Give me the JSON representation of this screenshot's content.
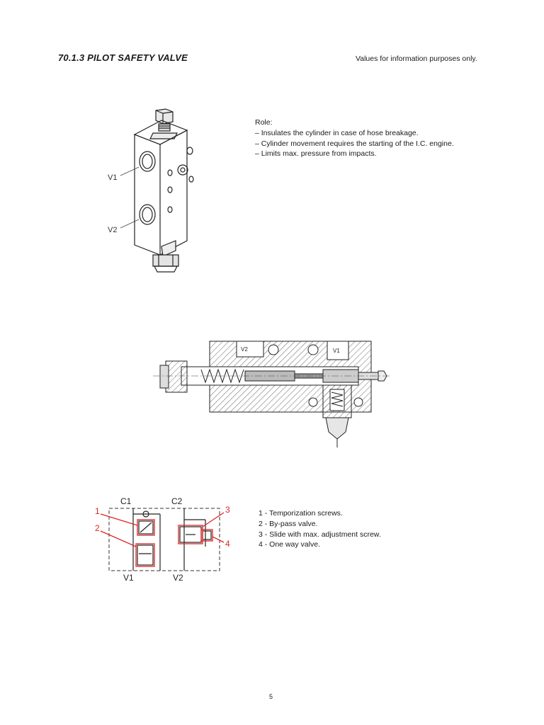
{
  "header": {
    "section_title": "70.1.3  PILOT SAFETY VALVE",
    "disclaimer": "Values for information purposes only."
  },
  "figure_iso": {
    "port_labels": [
      "V1",
      "V2"
    ]
  },
  "role": {
    "heading": "Role:",
    "items": [
      "– Insulates the cylinder in case of hose breakage.",
      "– Cylinder movement requires the starting of the I.C. engine.",
      "– Limits max. pressure from impacts."
    ]
  },
  "figure_section": {
    "port_labels": [
      "V2",
      "V1"
    ]
  },
  "schematic": {
    "top_labels": [
      "C1",
      "C2"
    ],
    "bottom_labels": [
      "V1",
      "V2"
    ],
    "callouts": [
      "1",
      "2",
      "3",
      "4"
    ],
    "callout_color": "#e02424"
  },
  "legend": {
    "items": [
      "1 - Temporization screws.",
      "2 - By-pass valve.",
      "3 - Slide with max. adjustment screw.",
      "4 - One way valve."
    ]
  },
  "footer": {
    "page_number": "5"
  }
}
